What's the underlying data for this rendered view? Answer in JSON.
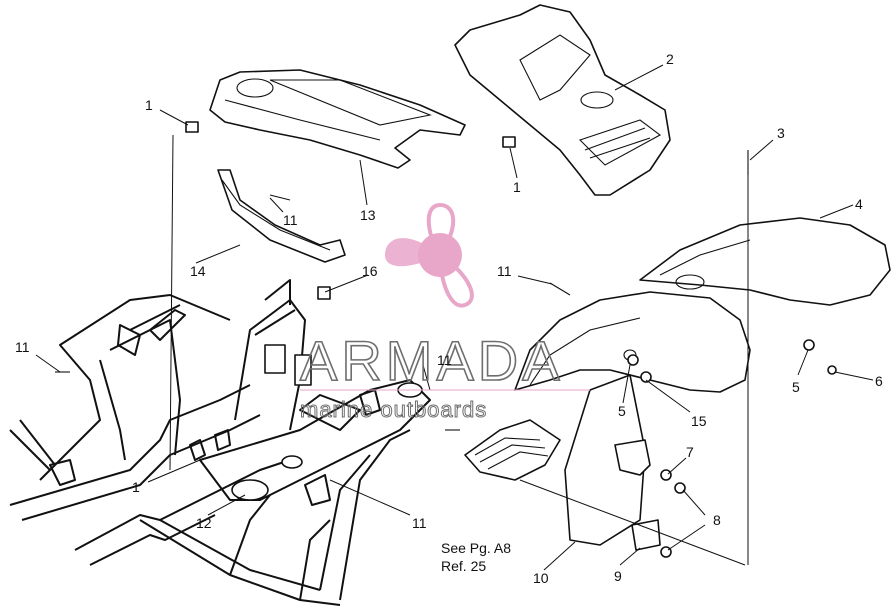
{
  "callouts": {
    "c1a": "1",
    "c1b": "1",
    "c1c": "1",
    "c2": "2",
    "c3": "3",
    "c4": "4",
    "c5a": "5",
    "c5b": "5",
    "c6": "6",
    "c7": "7",
    "c8": "8",
    "c9": "9",
    "c10": "10",
    "c11a": "11",
    "c11b": "11",
    "c11c": "11",
    "c11d": "11",
    "c11e": "11",
    "c12": "12",
    "c13": "13",
    "c14": "14",
    "c15": "15",
    "c16": "16"
  },
  "reference_note": {
    "line1": "See Pg. A8",
    "line2": "Ref. 25"
  },
  "watermark": {
    "brand": "ARMADA",
    "tagline": "marine outboards",
    "color": "#e8a6c9"
  }
}
